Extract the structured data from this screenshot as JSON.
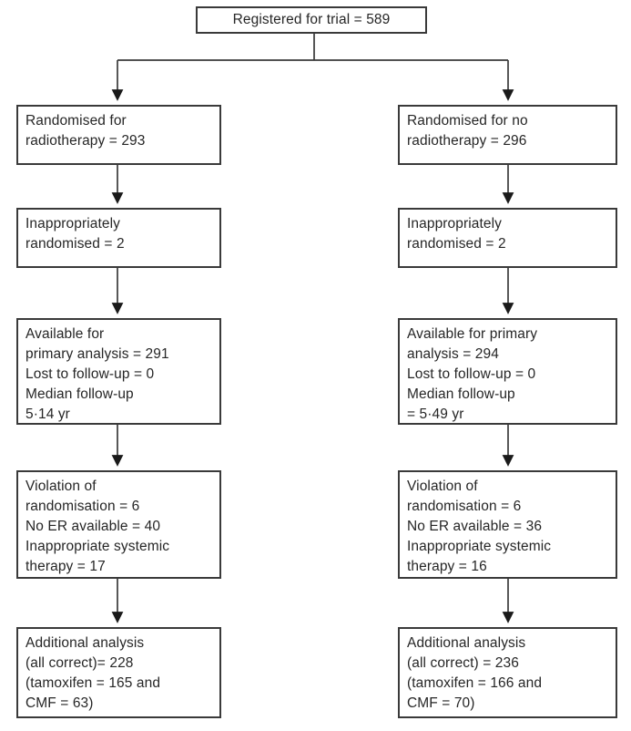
{
  "flow": {
    "root": {
      "text": "Registered for trial = 589"
    },
    "left": {
      "boxes": [
        {
          "text": "Randomised for\nradiotherapy = 293"
        },
        {
          "text": "Inappropriately\nrandomised = 2"
        },
        {
          "text": "Available for\nprimary analysis = 291\nLost to follow-up = 0\nMedian follow-up\n5·14 yr"
        },
        {
          "text": "Violation of\nrandomisation = 6\nNo ER available = 40\nInappropriate systemic\ntherapy = 17"
        },
        {
          "text": "Additional analysis\n(all correct)= 228\n(tamoxifen = 165 and\nCMF = 63)"
        }
      ]
    },
    "right": {
      "boxes": [
        {
          "text": "Randomised for no\nradiotherapy = 296"
        },
        {
          "text": "Inappropriately\nrandomised = 2"
        },
        {
          "text": "Available for primary\nanalysis = 294\nLost to follow-up = 0\nMedian follow-up\n= 5·49 yr"
        },
        {
          "text": "Violation of\nrandomisation = 6\nNo ER available = 36\nInappropriate systemic\ntherapy = 16"
        },
        {
          "text": "Additional analysis\n(all correct) = 236\n(tamoxifen = 166 and\nCMF = 70)"
        }
      ]
    },
    "colors": {
      "line": "#3a3a3a",
      "arrowhead": "#1a1a1a",
      "box_border": "#3a3a3a",
      "text": "#262626",
      "background": "#ffffff"
    }
  }
}
